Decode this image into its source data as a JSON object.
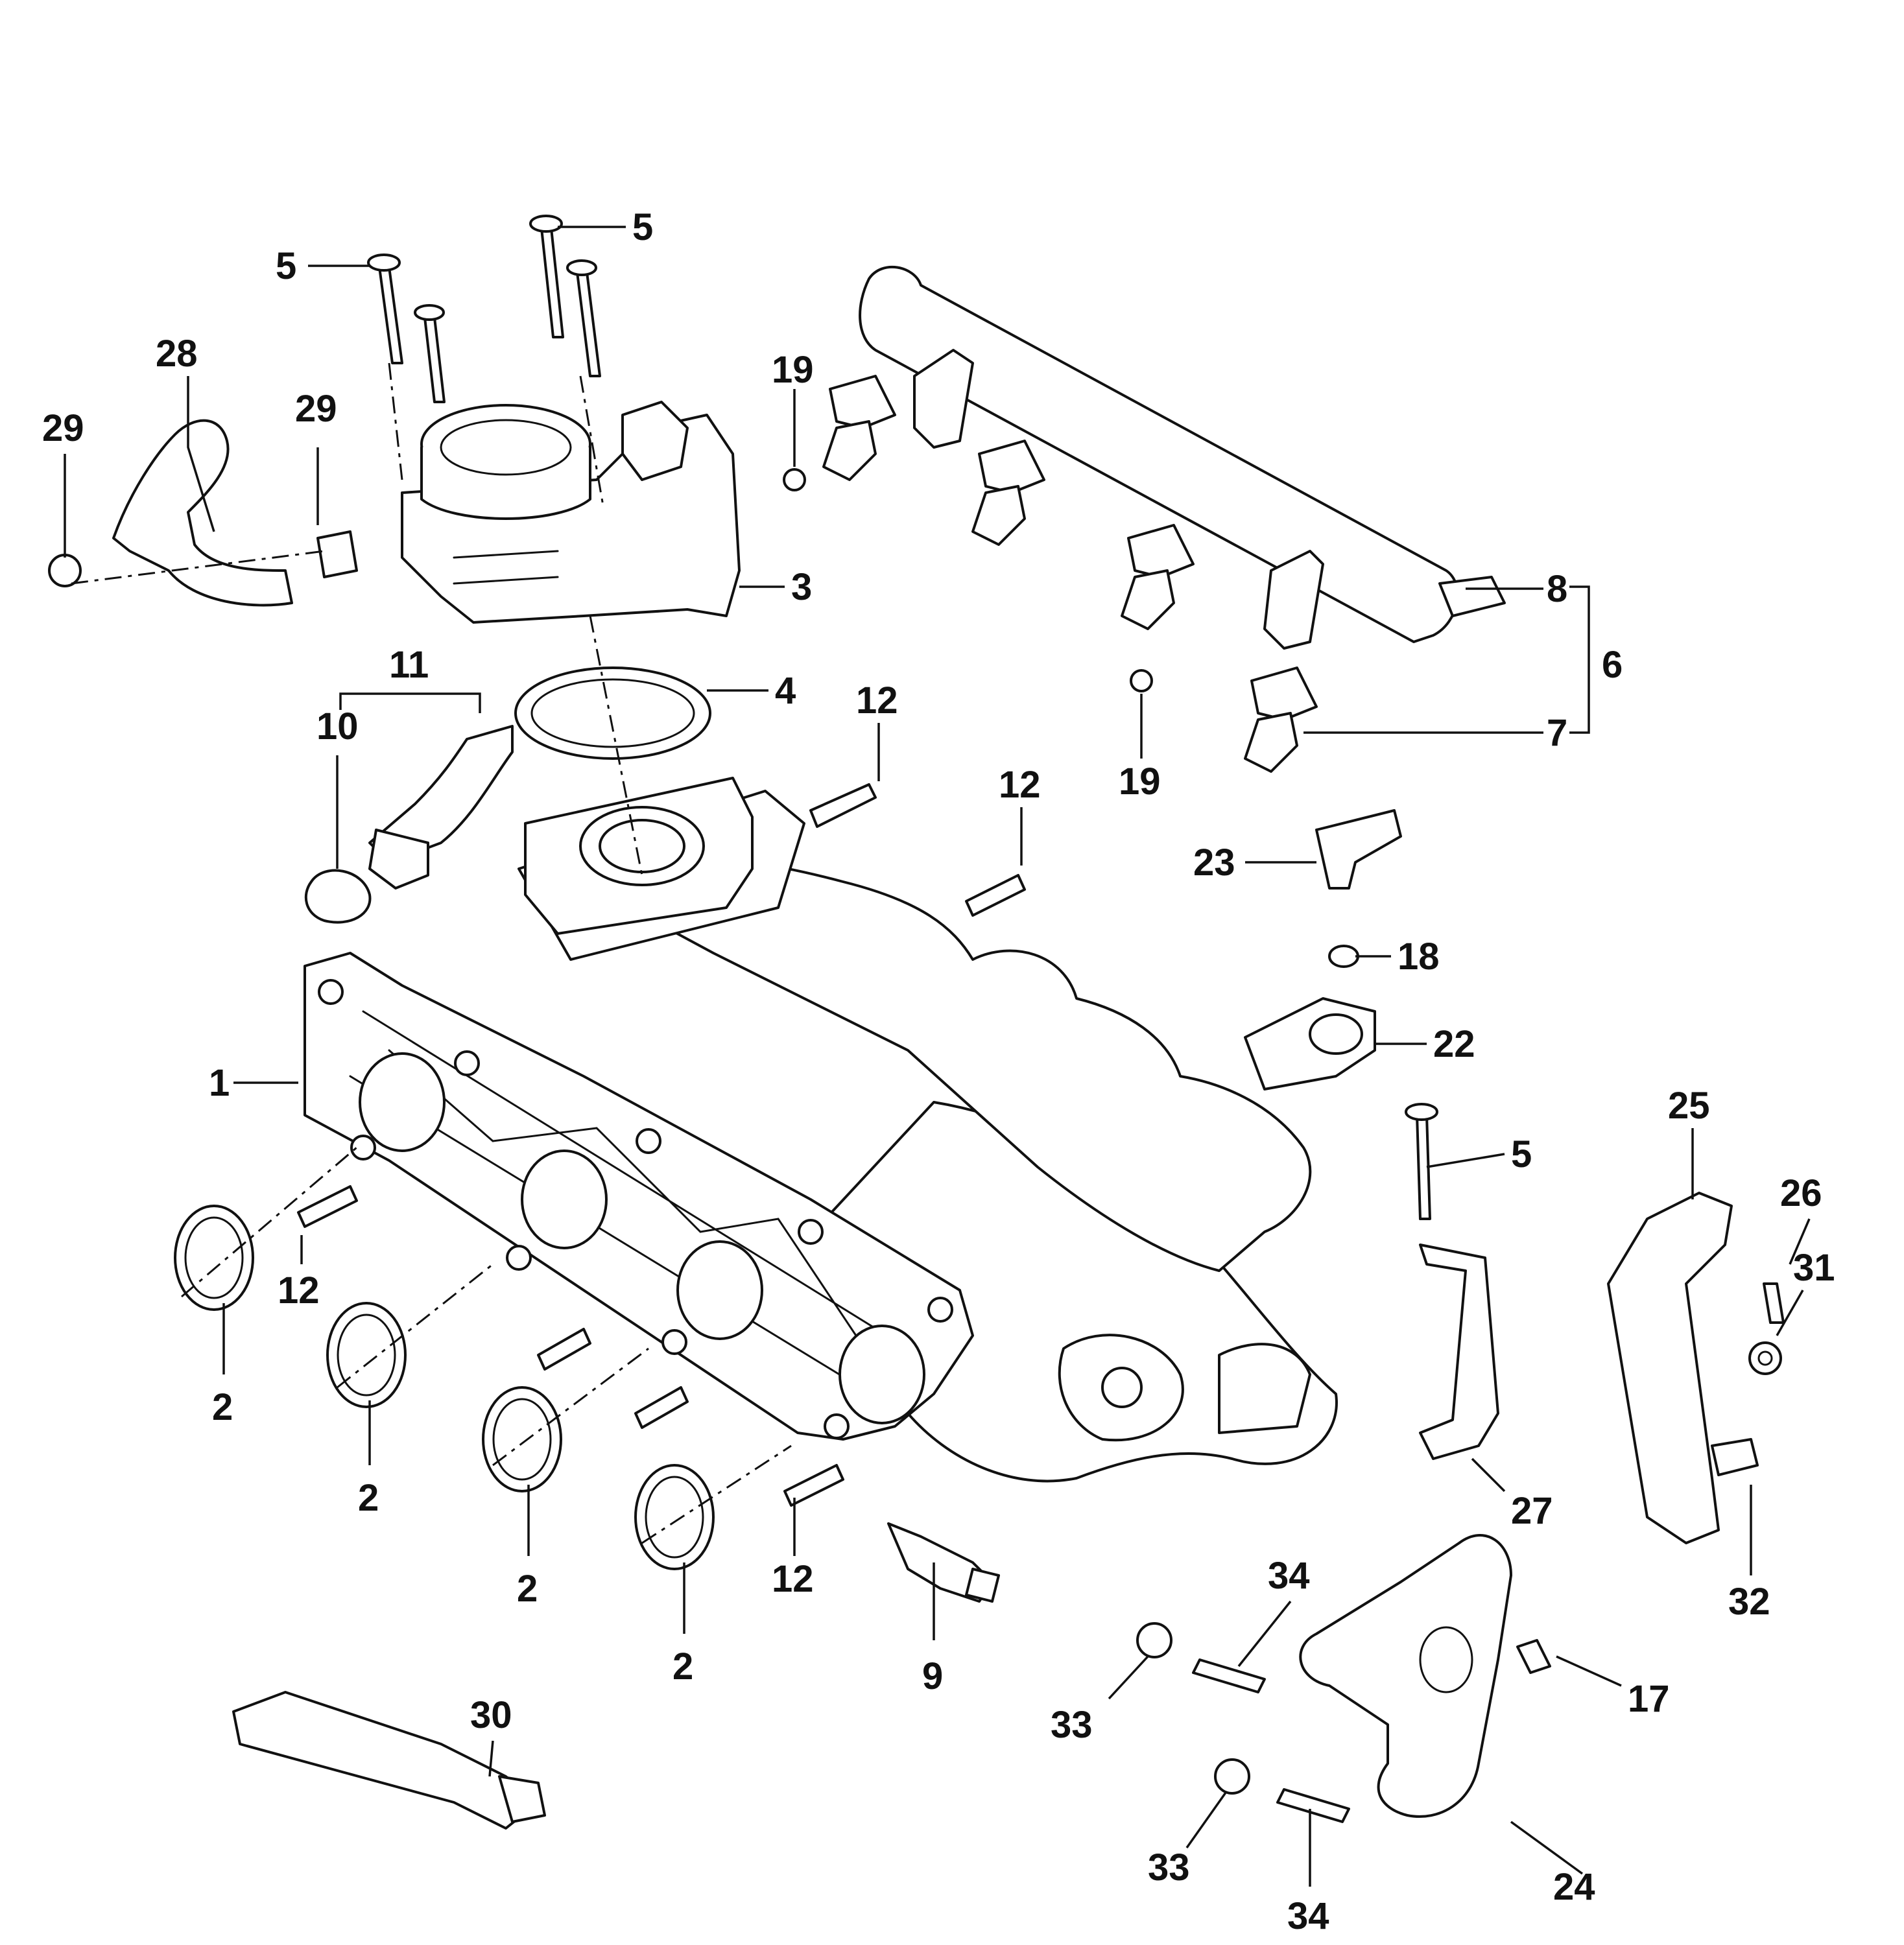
{
  "colors": {
    "line": "#111111",
    "background": "#ffffff"
  },
  "callouts": {
    "c1": "1",
    "c2a": "2",
    "c2b": "2",
    "c2c": "2",
    "c2d": "2",
    "c3": "3",
    "c4": "4",
    "c5a": "5",
    "c5b": "5",
    "c5c": "5",
    "c6": "6",
    "c7": "7",
    "c8": "8",
    "c9": "9",
    "c10": "10",
    "c11": "11",
    "c12a": "12",
    "c12b": "12",
    "c12c": "12",
    "c12d": "12",
    "c17": "17",
    "c18": "18",
    "c19a": "19",
    "c19b": "19",
    "c22": "22",
    "c23": "23",
    "c24": "24",
    "c25": "25",
    "c26": "26",
    "c27": "27",
    "c28": "28",
    "c29a": "29",
    "c29b": "29",
    "c30": "30",
    "c31": "31",
    "c32": "32",
    "c33a": "33",
    "c33b": "33",
    "c34a": "34",
    "c34b": "34"
  }
}
